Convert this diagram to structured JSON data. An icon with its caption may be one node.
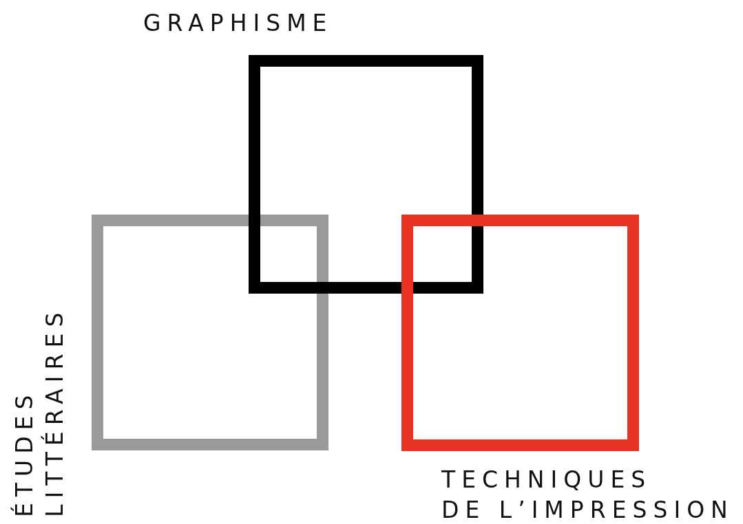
{
  "diagram": {
    "nodes": [
      {
        "text": [
          "GRAPHISME"
        ]
      },
      {
        "text": [
          "ÉTUDES LITTÉRAIRES"
        ]
      },
      {
        "text": [
          "TECHNIQUES DE L’IMPRESSION"
        ]
      }
    ]
  }
}
